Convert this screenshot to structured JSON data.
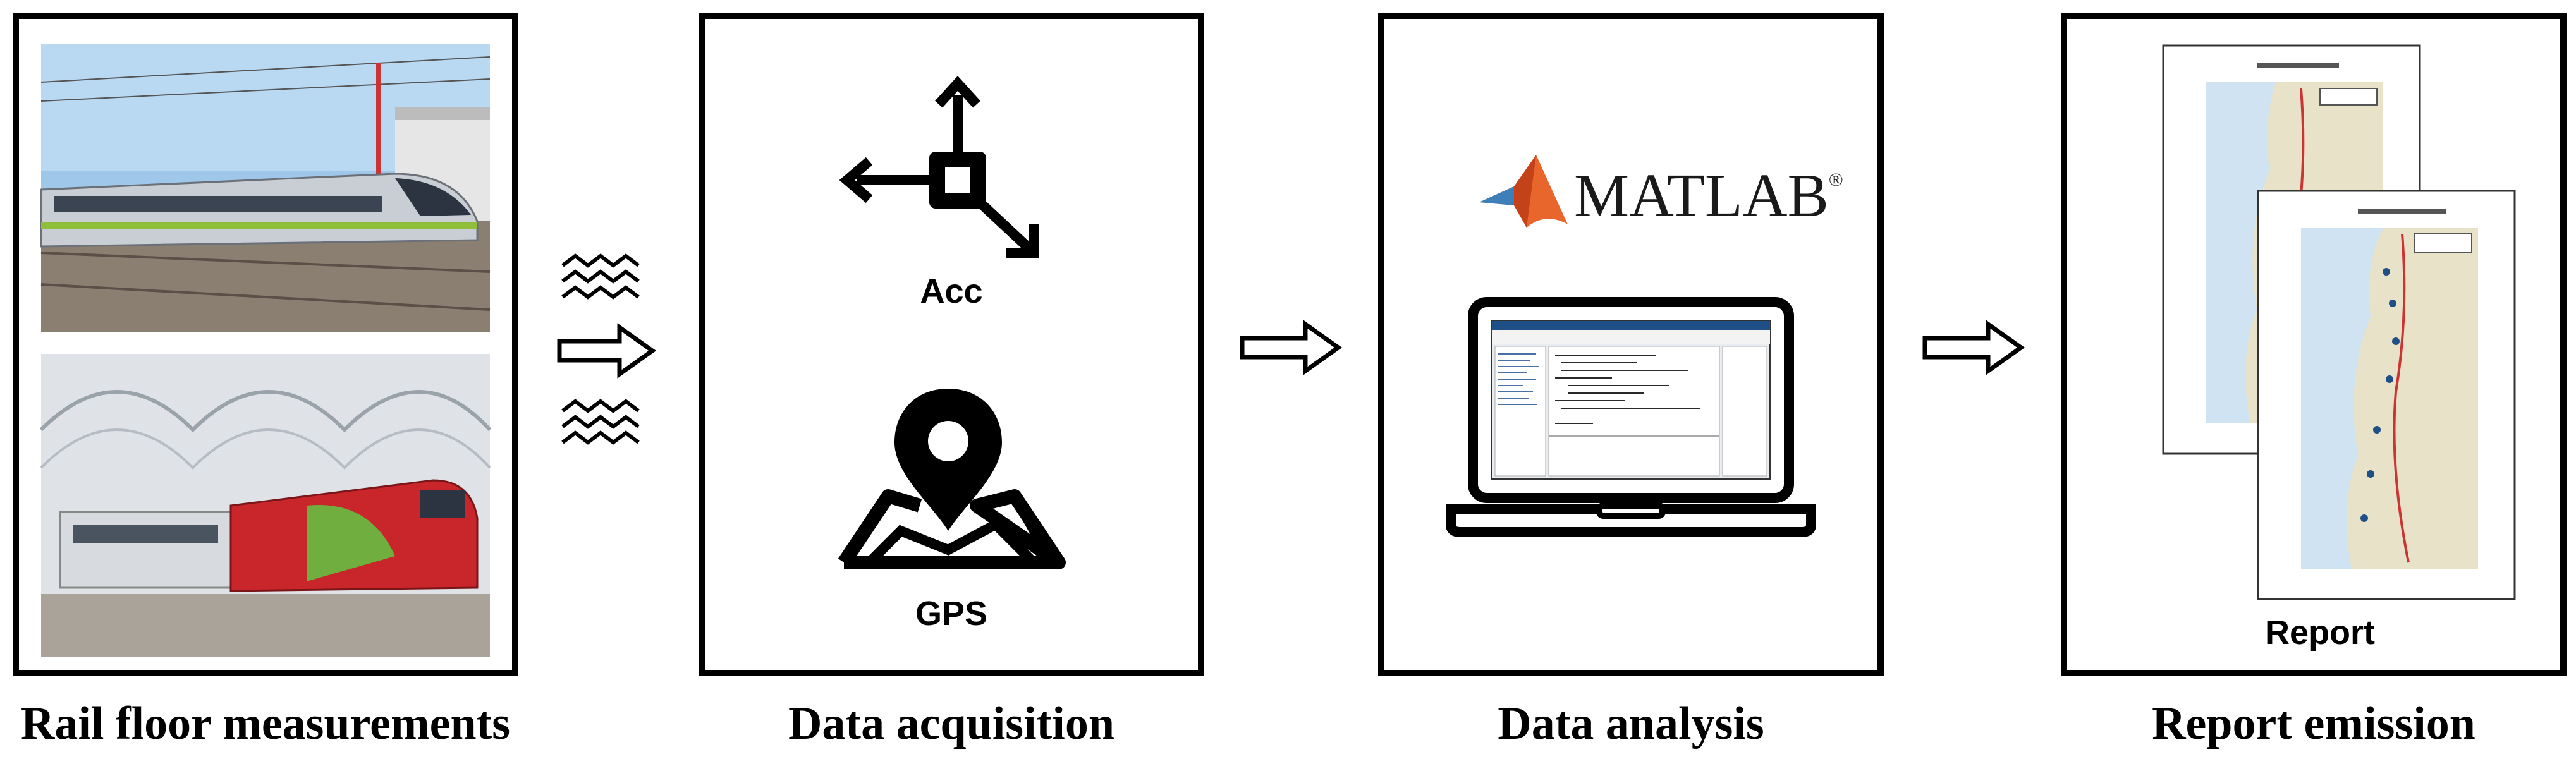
{
  "stages": [
    {
      "caption": "Rail floor measurements"
    },
    {
      "caption": "Data acquisition",
      "sensor_labels": [
        "Acc",
        "GPS"
      ]
    },
    {
      "caption": "Data analysis",
      "software_label": "MATLAB",
      "software_reg": "®"
    },
    {
      "caption": "Report emission",
      "report_label": "Report"
    }
  ],
  "colors": {
    "stroke": "#000000",
    "sky": "#9ec7ea",
    "train_silver": "#c9ced4",
    "train_red": "#c8262a",
    "map_land": "#e8e2c8",
    "map_sea": "#cfe3f2",
    "matlab_orange": "#e8662b"
  },
  "icons": [
    "vibration-wave-icon",
    "right-arrow-icon",
    "accelerometer-axes-icon",
    "map-pin-icon",
    "laptop-icon",
    "matlab-logo-icon"
  ]
}
